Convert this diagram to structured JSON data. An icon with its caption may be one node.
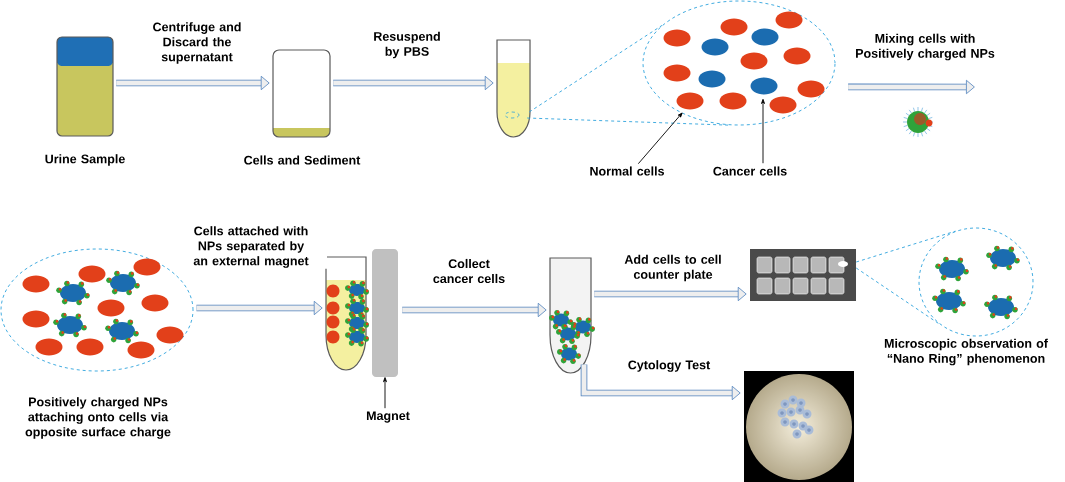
{
  "diagram": {
    "nodes": [
      {
        "text": [],
        "shape": "picture",
        "beside": [
          "Urine Sample"
        ]
      },
      {
        "text": [],
        "shape": "picture",
        "beside": [
          "Cells and Sediment"
        ]
      },
      {
        "text": [],
        "shape": "picture"
      },
      {
        "text": [],
        "shape": "ellipse"
      },
      {
        "text": [
          "Normal cells"
        ]
      },
      {
        "text": [
          "Cancer cells"
        ]
      },
      {
        "text": [],
        "shape": "ellipse",
        "beside": [
          "Positively charged NPs attaching onto cells via opposite surface charge"
        ]
      },
      {
        "text": [],
        "shape": "picture"
      },
      {
        "text": [
          "Magnet"
        ]
      },
      {
        "text": [],
        "shape": "picture"
      },
      {
        "text": [],
        "shape": "picture"
      },
      {
        "text": [],
        "shape": "circle",
        "beside": [
          "Microscopic observation of “Nano Ring” phenomenon"
        ]
      },
      {
        "text": [],
        "shape": "picture"
      }
    ],
    "edges": [
      {
        "from": 0,
        "to": 1,
        "arrow": "to",
        "style": "thick",
        "label": "Centrifuge and Discard the supernatant"
      },
      {
        "from": 1,
        "to": 2,
        "arrow": "to",
        "style": "thick",
        "label": "Resuspend by PBS"
      },
      {
        "from": 2,
        "to": 3,
        "arrow": "none",
        "style": "dashed",
        "color": "#2ea3dc"
      },
      {
        "from": 2,
        "to": 3,
        "arrow": "none",
        "style": "dashed",
        "color": "#2ea3dc"
      },
      {
        "from": 3,
        "to": null,
        "arrow": "to",
        "style": "thick",
        "label": "Mixing cells with Positively charged NPs"
      },
      {
        "from": 6,
        "to": 7,
        "arrow": "to",
        "style": "thick",
        "label": "Cells attached with NPs separated by an external magnet"
      },
      {
        "from": 7,
        "to": 9,
        "arrow": "to",
        "style": "thick",
        "label": "Collect cancer cells"
      },
      {
        "from": 9,
        "to": 10,
        "arrow": "to",
        "style": "thick",
        "label": "Add cells to cell counter plate"
      },
      {
        "from": 9,
        "to": 12,
        "arrow": "to",
        "style": "thick",
        "label": "Cytology Test"
      },
      {
        "from": 10,
        "to": 11,
        "arrow": "none",
        "style": "dashed",
        "color": "#2ea3dc"
      },
      {
        "from": 10,
        "to": 11,
        "arrow": "none",
        "style": "dashed",
        "color": "#2ea3dc"
      },
      {
        "from": 4,
        "to": 3,
        "arrow": "to",
        "color": "#000000"
      },
      {
        "from": 5,
        "to": 3,
        "arrow": "to",
        "color": "#000000"
      },
      {
        "from": 8,
        "to": 7,
        "arrow": "to",
        "color": "#000000"
      }
    ]
  }
}
